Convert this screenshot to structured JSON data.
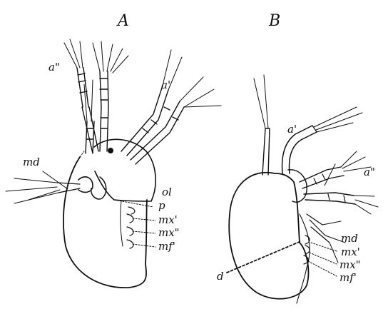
{
  "figure": {
    "panels": [
      {
        "id": "A",
        "title": "A",
        "labels": {
          "a2": "a\"",
          "a1": "a'",
          "md": "md",
          "ol": "ol",
          "p": "p",
          "mx1": "mx'",
          "mx2": "mx\"",
          "mf1": "mf'"
        }
      },
      {
        "id": "B",
        "title": "B",
        "labels": {
          "a1": "a'",
          "a2": "a\"",
          "md": "md",
          "mx1": "mx'",
          "mx2": "mx\"",
          "mf1": "mf'",
          "d": "d"
        }
      }
    ]
  }
}
